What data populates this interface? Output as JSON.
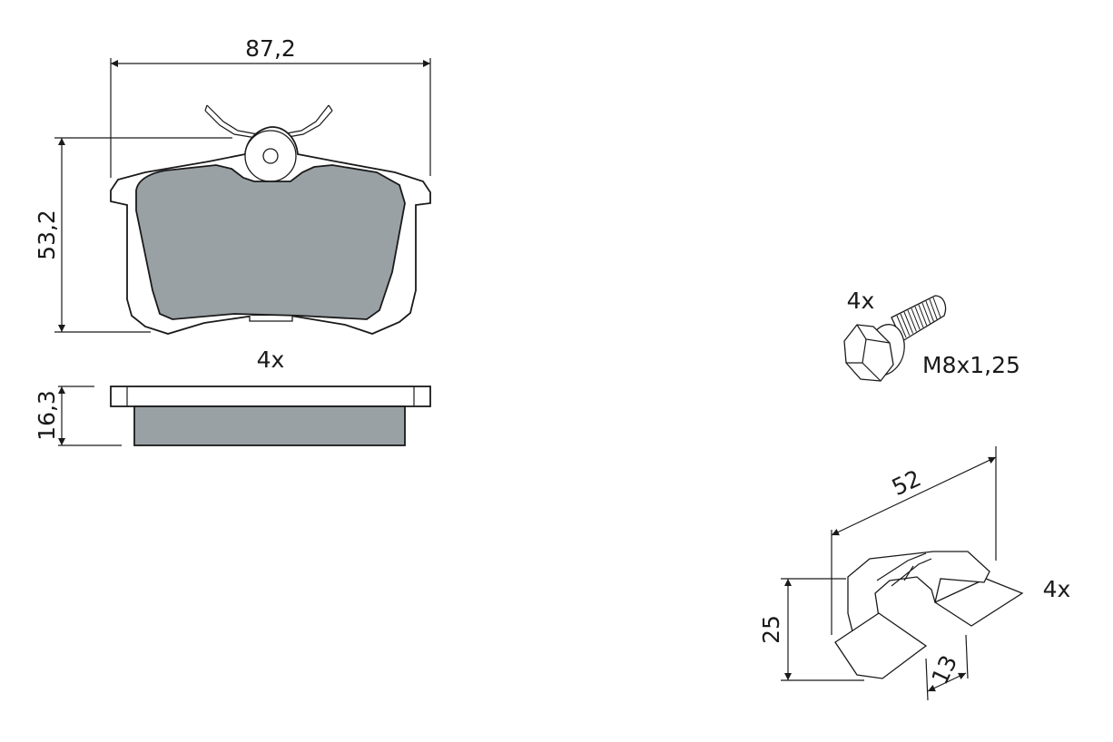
{
  "dimensions": {
    "pad_width": "87,2",
    "pad_height": "53,2",
    "pad_thickness": "16,3",
    "clip_length": "52",
    "clip_height": "25",
    "clip_width": "13"
  },
  "quantities": {
    "pads": "4x",
    "bolts": "4x",
    "clips": "4x"
  },
  "bolt_thread": "M8x1,25",
  "colors": {
    "line": "#1a1a1a",
    "friction_material": "#99a1a5",
    "background": "#ffffff"
  }
}
